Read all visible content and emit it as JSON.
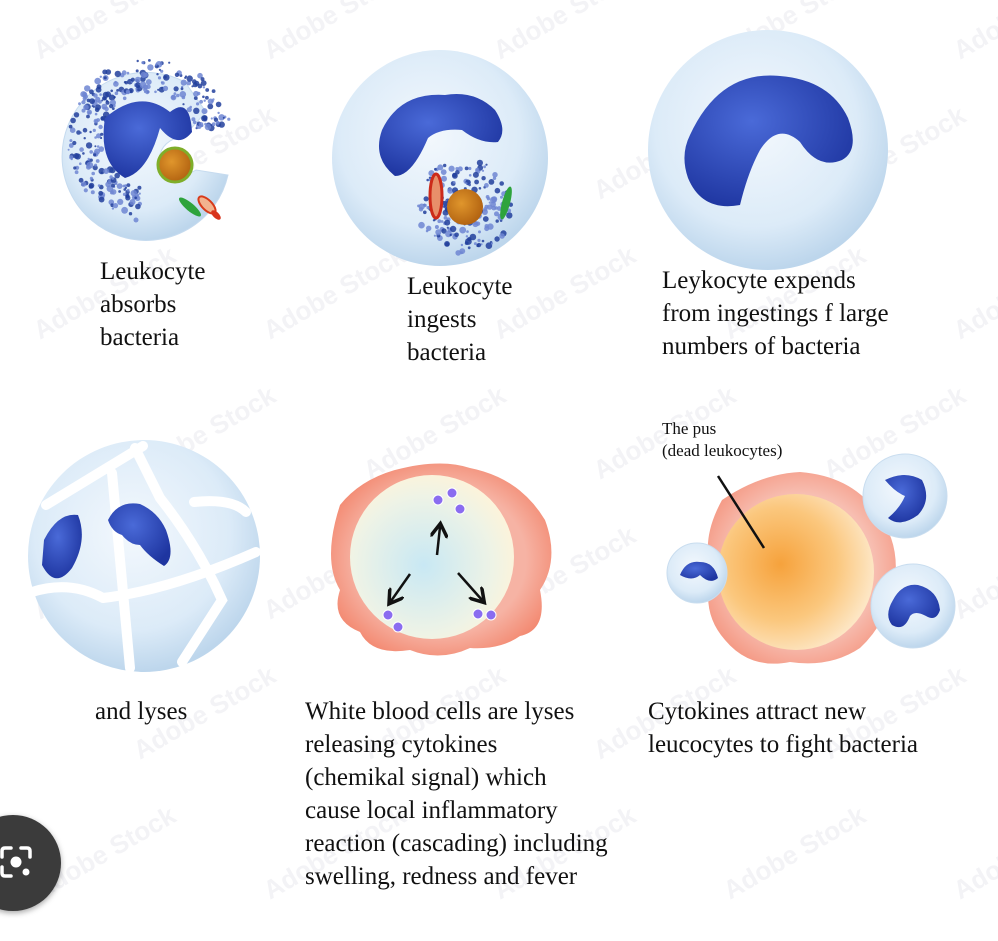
{
  "panels": [
    {
      "id": "absorbs",
      "caption": "Leukocyte\nabsorbs\nbacteria"
    },
    {
      "id": "ingests",
      "caption": "Leukocyte\ningests\nbacteria"
    },
    {
      "id": "expends",
      "caption": "Leykocyte expends\nfrom ingestings f large\nnumbers of bacteria"
    },
    {
      "id": "lyses",
      "caption": "and  lyses"
    },
    {
      "id": "cytokines",
      "caption": "White blood cells are lyses\nreleasing  cytokines\n(chemikal signal) which\ncause local inflammatory\nreaction (cascading) including\nswelling, redness and  fever"
    },
    {
      "id": "attract",
      "caption": "Cytokines attract  new\nleucocytes to fight bacteria"
    }
  ],
  "pus_label": {
    "line1": "The pus",
    "line2": "(dead leukocytes)"
  },
  "watermark": "Adobe Stock",
  "colors": {
    "cell_fill": "#e2eff9",
    "cell_edge": "#b8d3ea",
    "nucleus": "#2a49b8",
    "granule": "#22409c",
    "pus": "#f6a640",
    "inflammation": "#f3846f",
    "cytokine_dot": "#8a6cf0"
  },
  "icons": {
    "lens": "visual-search-lens-icon"
  }
}
